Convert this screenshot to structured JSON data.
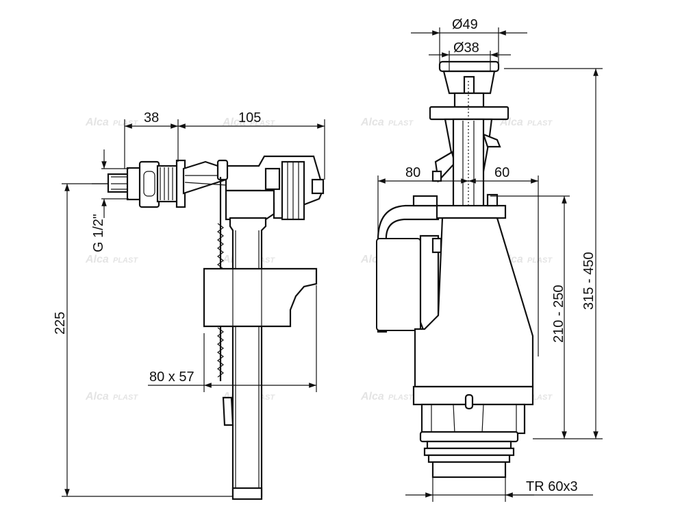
{
  "watermark": {
    "brand_main": "Alca",
    "brand_sub": "PLAST"
  },
  "fill_valve": {
    "dim_inlet_length": "38",
    "dim_body_width": "105",
    "dim_thread": "G 1/2\"",
    "dim_height": "225",
    "dim_float": "80 x 57"
  },
  "flush_valve": {
    "dim_button_outer": "Ø49",
    "dim_button_inner": "Ø38",
    "dim_left_reach": "80",
    "dim_right_reach": "60",
    "dim_overflow_height": "210 - 250",
    "dim_total_height": "315 - 450",
    "dim_thread": "TR 60x3"
  }
}
